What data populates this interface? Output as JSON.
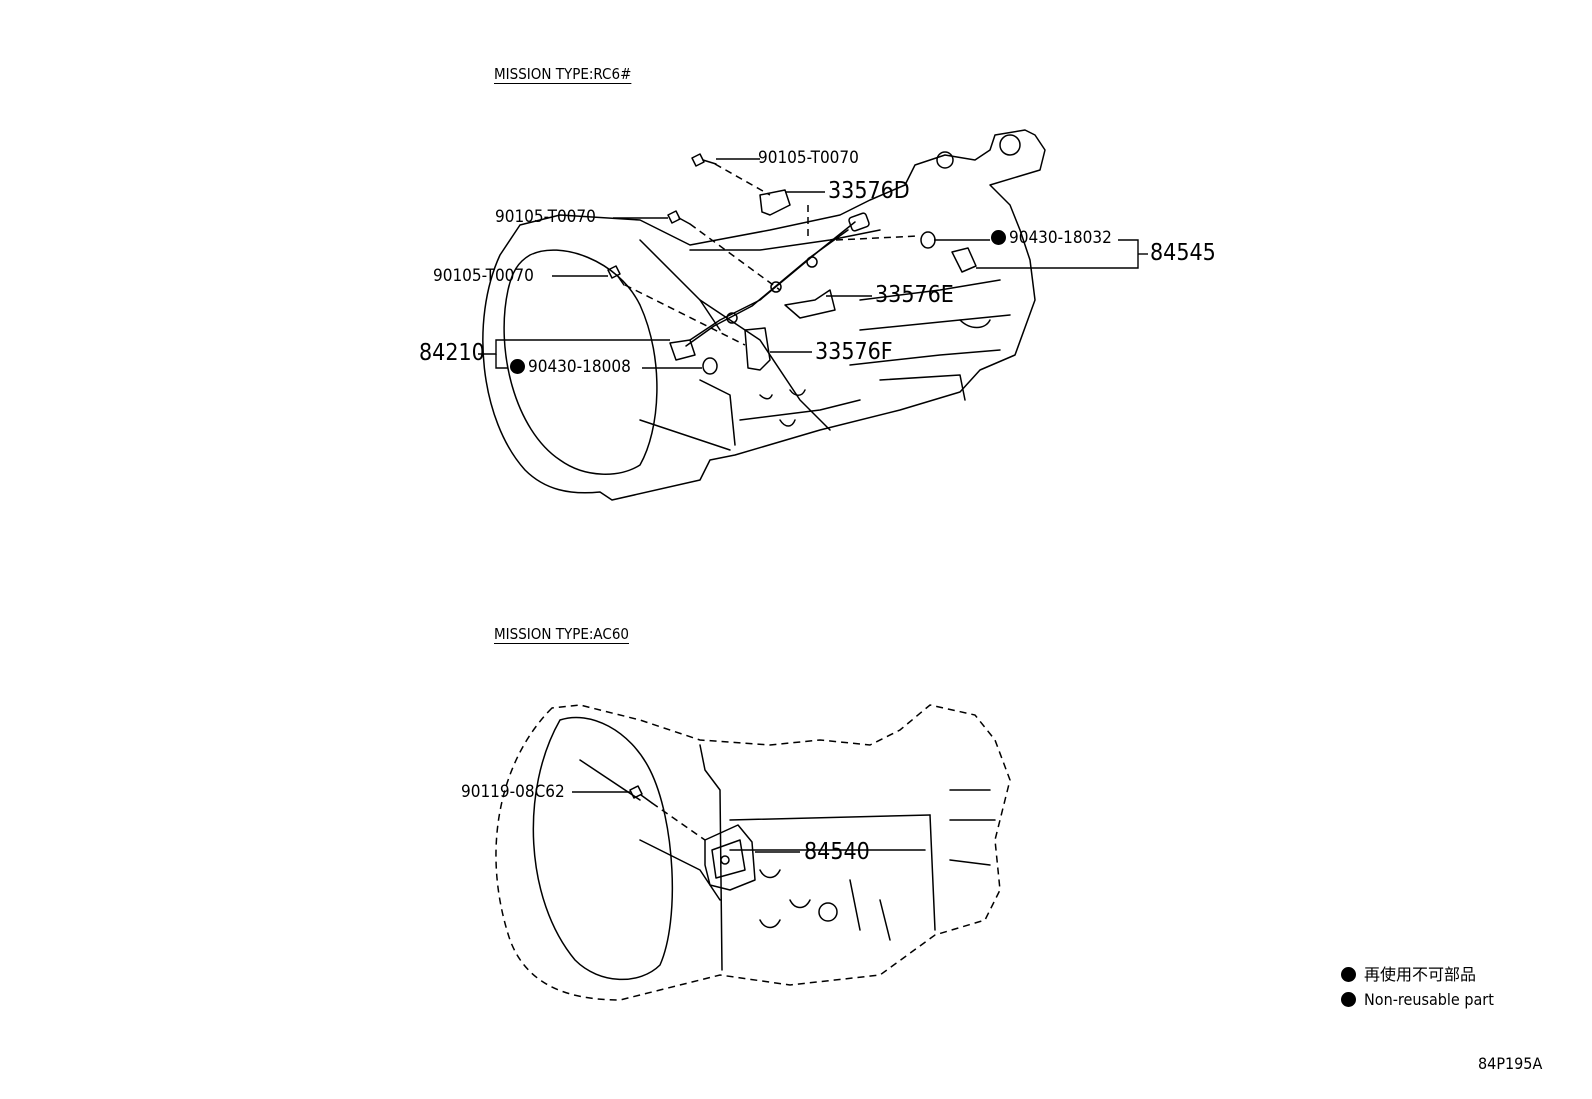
{
  "sections": {
    "rc6": "MISSION TYPE:RC6#",
    "ac60": "MISSION TYPE:AC60"
  },
  "callouts": {
    "bolt_top": "90105-T0070",
    "bolt_mid": "90105-T0070",
    "bolt_left": "90105-T0070",
    "bracket_d": "33576D",
    "bracket_e": "33576E",
    "bracket_f": "33576F",
    "gasket_right": "90430-18032",
    "sensor_right": "84545",
    "sensor_left": "84210",
    "gasket_left": "90430-18008",
    "bolt_ac60": "90119-08C62",
    "switch_ac60": "84540"
  },
  "legend": {
    "jp": "再使用不可部品",
    "en": "Non-reusable part"
  },
  "figure_code": "84P195A"
}
